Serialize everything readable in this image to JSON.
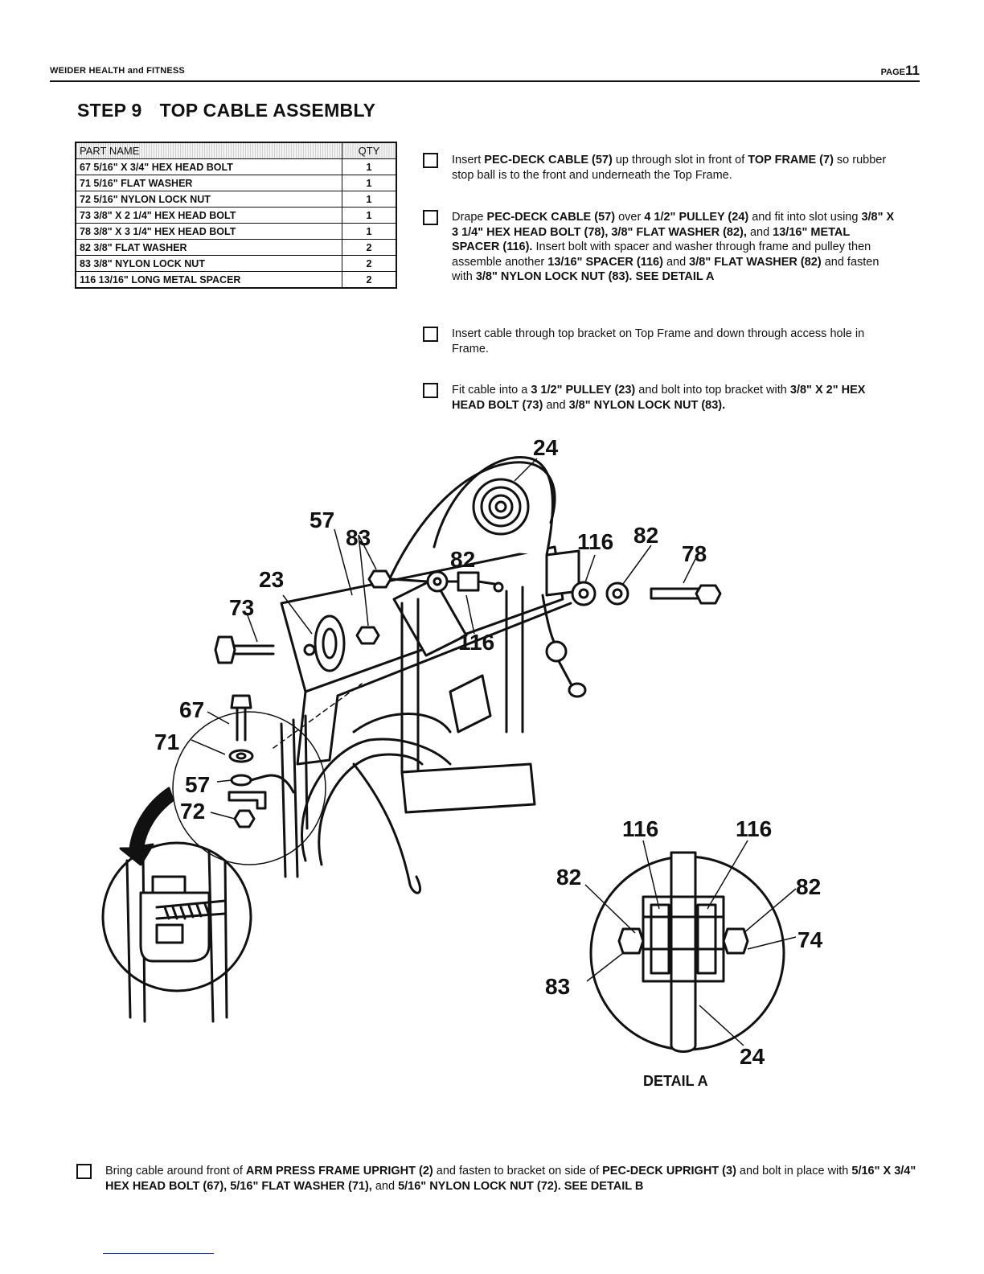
{
  "header": {
    "brand": "WEIDER HEALTH and FITNESS",
    "page_label": "PAGE",
    "page_number": "11"
  },
  "title": {
    "step": "STEP 9",
    "name": "TOP CABLE ASSEMBLY"
  },
  "parts_table": {
    "headers": {
      "name": "PART NAME",
      "qty": "QTY"
    },
    "rows": [
      {
        "name": "67  5/16\" X 3/4\" HEX HEAD BOLT",
        "qty": "1"
      },
      {
        "name": "71  5/16\" FLAT WASHER",
        "qty": "1"
      },
      {
        "name": "72  5/16\" NYLON LOCK NUT",
        "qty": "1"
      },
      {
        "name": "73  3/8\" X 2 1/4\" HEX HEAD BOLT",
        "qty": "1"
      },
      {
        "name": "78  3/8\" X 3 1/4\" HEX HEAD BOLT",
        "qty": "1"
      },
      {
        "name": "82  3/8\" FLAT WASHER",
        "qty": "2"
      },
      {
        "name": "83  3/8\" NYLON LOCK NUT",
        "qty": "2"
      },
      {
        "name": "116  13/16\" LONG METAL SPACER",
        "qty": "2"
      }
    ]
  },
  "instructions": {
    "step1": {
      "t1": "Insert ",
      "b1": "PEC-DECK CABLE (57)",
      "t2": " up through slot in front of ",
      "b2": "TOP FRAME (7)",
      "t3": " so rubber stop ball is to the front and underneath the Top Frame."
    },
    "step2": {
      "t1": "Drape ",
      "b1": "PEC-DECK CABLE (57)",
      "t2": " over ",
      "b2": "4 1/2\" PULLEY (24)",
      "t3": " and fit into slot using ",
      "b3": "3/8\" X 3 1/4\" HEX HEAD BOLT (78), 3/8\" FLAT WASHER (82),",
      "t4": " and ",
      "b4": "13/16\" METAL SPACER (116).",
      "t5": " Insert bolt with spacer and washer through frame and pulley then assemble another ",
      "b5": "13/16\" SPACER (116)",
      "t6": " and ",
      "b6": "3/8\" FLAT WASHER (82)",
      "t7": " and fasten with ",
      "b7": "3/8\" NYLON LOCK NUT",
      "t8": " (83). SEE DETAIL A"
    },
    "step3": {
      "t1": "Insert cable through top bracket on Top Frame and down through access hole in Frame."
    },
    "step4": {
      "t1": "Fit cable into a ",
      "b1": "3 1/2\" PULLEY (23)",
      "t2": " and bolt into top bracket with ",
      "b2": "3/8\" X 2\" HEX HEAD BOLT (73)",
      "t3": " and ",
      "b3": "3/8\" NYLON LOCK NUT (83)."
    },
    "step5": {
      "t1": "Bring cable around front of ",
      "b1": "ARM PRESS FRAME UPRIGHT (2)",
      "t2": " and fasten to bracket on side of ",
      "b2": "PEC-DECK UPRIGHT (3)",
      "t3": " and bolt in place with ",
      "b3": "5/16\" X 3/4\" HEX HEAD BOLT (67), 5/16\" FLAT WASHER (71),",
      "t4": " and ",
      "b4": "5/16\" NYLON LOCK NUT (72).",
      "t5": " ",
      "b5": "SEE DETAIL B"
    }
  },
  "diagram": {
    "callouts": {
      "c24": "24",
      "c57": "57",
      "c83": "83",
      "c82": "82",
      "c23": "23",
      "c73": "73",
      "c116a": "116",
      "c82b": "82",
      "c78": "78",
      "c116b": "116",
      "c67": "67",
      "c71": "71",
      "c57b": "57",
      "c72": "72"
    },
    "detail_a": {
      "title": "DETAIL A",
      "c116l": "116",
      "c116r": "116",
      "c82l": "82",
      "c82r": "82",
      "c74": "74",
      "c83": "83",
      "c24": "24"
    }
  }
}
